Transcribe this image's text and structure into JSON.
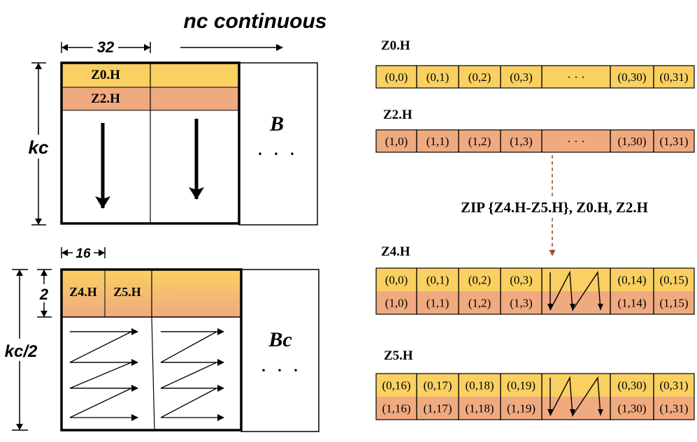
{
  "colors": {
    "yellow": "#F9D061",
    "orange": "#F0AA80",
    "outline": "#000000",
    "dashed_arrow": "#A0522D"
  },
  "left_top": {
    "title": "nc  continuous",
    "width_label": "32",
    "height_label": "kc",
    "row0_label": "Z0.H",
    "row1_label": "Z2.H",
    "matrix_label": "B",
    "ellipsis": ". . ."
  },
  "left_bottom": {
    "width_label": "16",
    "row_height_label": "2",
    "height_label": "kc/2",
    "cell0_label": "Z4.H",
    "cell1_label": "Z5.H",
    "matrix_label": "Bc",
    "ellipsis": ". . ."
  },
  "right": {
    "z0_title": "Z0.H",
    "z0_cells": [
      "(0,0)",
      "(0,1)",
      "(0,2)",
      "(0,3)",
      "· · ·",
      "(0,30)",
      "(0,31)"
    ],
    "z2_title": "Z2.H",
    "z2_cells": [
      "(1,0)",
      "(1,1)",
      "(1,2)",
      "(1,3)",
      "· · ·",
      "(1,30)",
      "(1,31)"
    ],
    "zip_label": "ZIP {Z4.H-Z5.H}, Z0.H, Z2.H",
    "z4_title": "Z4.H",
    "z4_top": [
      "(0,0)",
      "(0,1)",
      "(0,2)",
      "(0,3)",
      "",
      "(0,14)",
      "(0,15)"
    ],
    "z4_bottom": [
      "(1,0)",
      "(1,1)",
      "(1,2)",
      "(1,3)",
      "",
      "(1,14)",
      "(1,15)"
    ],
    "z5_title": "Z5.H",
    "z5_top": [
      "(0,16)",
      "(0,17)",
      "(0,18)",
      "(0,19)",
      "",
      "(0,30)",
      "(0,31)"
    ],
    "z5_bottom": [
      "(1,16)",
      "(1,17)",
      "(1,18)",
      "(1,19)",
      "",
      "(1,30)",
      "(1,31)"
    ]
  }
}
